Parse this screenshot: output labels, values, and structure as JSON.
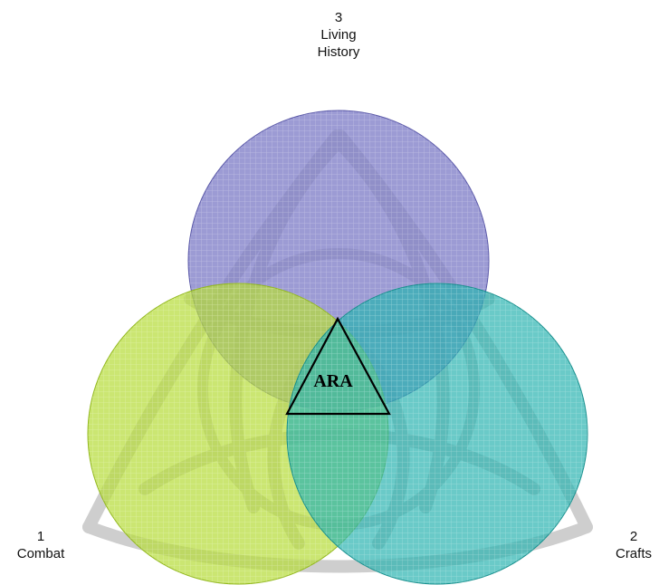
{
  "diagram": {
    "center_label": "ARA",
    "circles": [
      {
        "number": "3",
        "name_lines": [
          "Living",
          "History"
        ],
        "color": "#7b79c6"
      },
      {
        "number": "1",
        "name_lines": [
          "Combat"
        ],
        "color": "#b7dc3c"
      },
      {
        "number": "2",
        "name_lines": [
          "Crafts"
        ],
        "color": "#2bb3b0"
      }
    ],
    "background_color": "#ffffff",
    "knot_color": "#c6c6c6"
  }
}
